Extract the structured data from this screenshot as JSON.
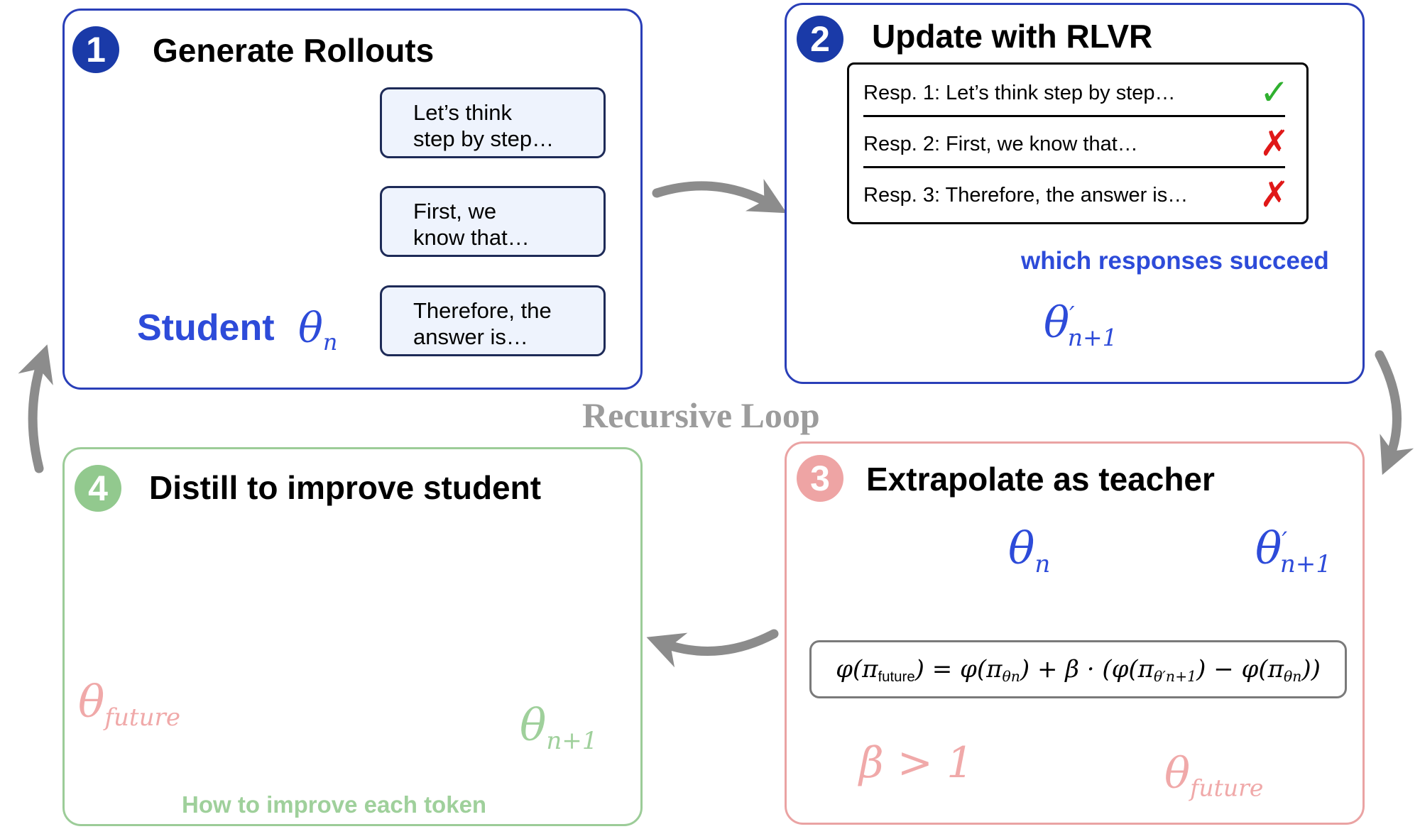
{
  "loop_label": "Recursive Loop",
  "panel1": {
    "number": "1",
    "title": "Generate Rollouts",
    "student_label": "Student",
    "theta": "θ",
    "theta_sub": "n",
    "bubbles": [
      {
        "line1": "Let’s think",
        "line2": "step by step…"
      },
      {
        "line1": "First, we",
        "line2": "know that…"
      },
      {
        "line1": "Therefore, the",
        "line2": "answer is…"
      }
    ]
  },
  "panel2": {
    "number": "2",
    "title": "Update with RLVR",
    "responses": [
      {
        "text": "Resp. 1: Let’s think step by step…",
        "mark": "✓",
        "correct": true
      },
      {
        "text": "Resp. 2: First, we know that…",
        "mark": "✗",
        "correct": false
      },
      {
        "text": "Resp. 3: Therefore, the answer is…",
        "mark": "✗",
        "correct": false
      }
    ],
    "caption": "which responses succeed",
    "theta": "θ",
    "theta_prime": "′",
    "theta_sub": "n+1"
  },
  "panel3": {
    "number": "3",
    "title": "Extrapolate as teacher",
    "theta_left": "θ",
    "theta_left_sub": "n",
    "theta_right": "θ",
    "theta_right_prime": "′",
    "theta_right_sub": "n+1",
    "beta_label": "β > 1",
    "theta_future": "θ",
    "theta_future_sub": "future",
    "formula": {
      "lhs": "φ(π",
      "lhs_sub": "future",
      "rhs_a": ") = φ(π",
      "sub_a": "θn",
      "rhs_b": ") + β · (φ(π",
      "sub_b": "θ′n+1",
      "rhs_c": ") − φ(π",
      "sub_c": "θn",
      "rhs_d": "))"
    }
  },
  "panel4": {
    "number": "4",
    "title": "Distill to improve student",
    "theta_future": "θ",
    "theta_future_sub": "future",
    "theta_target": "θ",
    "theta_target_sub": "n+1",
    "caption": "How to improve each token",
    "token_rows": [
      {
        "colors": [
          "#8dc98b",
          "#79a877",
          "#378f36"
        ],
        "dots_color": "#3a9b3a"
      },
      {
        "colors": [
          "#f0dd77",
          "#eecf0b",
          "#d4b000"
        ],
        "dots_color": "#d4b000"
      },
      {
        "colors": [
          "#e4b0f5",
          "#bf8ee3",
          "#9a76b3"
        ],
        "dots_color": "#b36ed2"
      },
      {
        "colors": [
          "#5bbdf0",
          "#1db6c9",
          "#0e96b9"
        ],
        "dots_color": "#3d9fdb"
      }
    ]
  },
  "colors": {
    "blue_border": "#2a3fb8",
    "blue_node": "#7b97ec",
    "blue_text": "#2d4bd9",
    "red_node": "#f3a0a0",
    "red_line": "#d8202a",
    "pink_text": "#f0a9a9",
    "green_node": "#8ccd8a",
    "green_line": "#2d8a2d",
    "green_text": "#9fd09b",
    "gray_arrow": "#8c8c8c"
  }
}
